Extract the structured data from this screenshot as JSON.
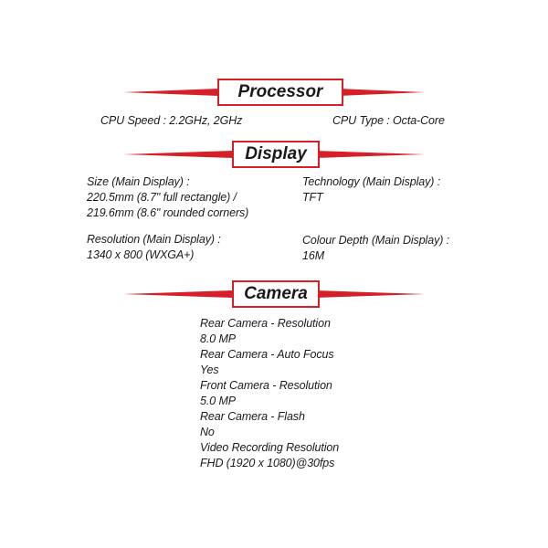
{
  "accent_color": "#d42026",
  "processor": {
    "title": "Processor",
    "cpu_speed": "CPU Speed : 2.2GHz, 2GHz",
    "cpu_type": "CPU Type : Octa-Core"
  },
  "display": {
    "title": "Display",
    "size_label": "Size (Main Display) :",
    "size_line1": "220.5mm (8.7\" full rectangle) /",
    "size_line2": "219.6mm (8.6\" rounded corners)",
    "technology_label": "Technology (Main Display) :",
    "technology_value": "TFT",
    "resolution_label": "Resolution (Main Display) :",
    "resolution_value": "1340 x 800 (WXGA+)",
    "colour_depth_label": "Colour Depth (Main Display) :",
    "colour_depth_value": "16M"
  },
  "camera": {
    "title": "Camera",
    "lines": [
      "Rear Camera - Resolution",
      "8.0 MP",
      "Rear Camera - Auto Focus",
      "Yes",
      "Front Camera - Resolution",
      "5.0 MP",
      "Rear Camera - Flash",
      "No",
      "Video Recording Resolution",
      "FHD (1920 x 1080)@30fps"
    ]
  }
}
